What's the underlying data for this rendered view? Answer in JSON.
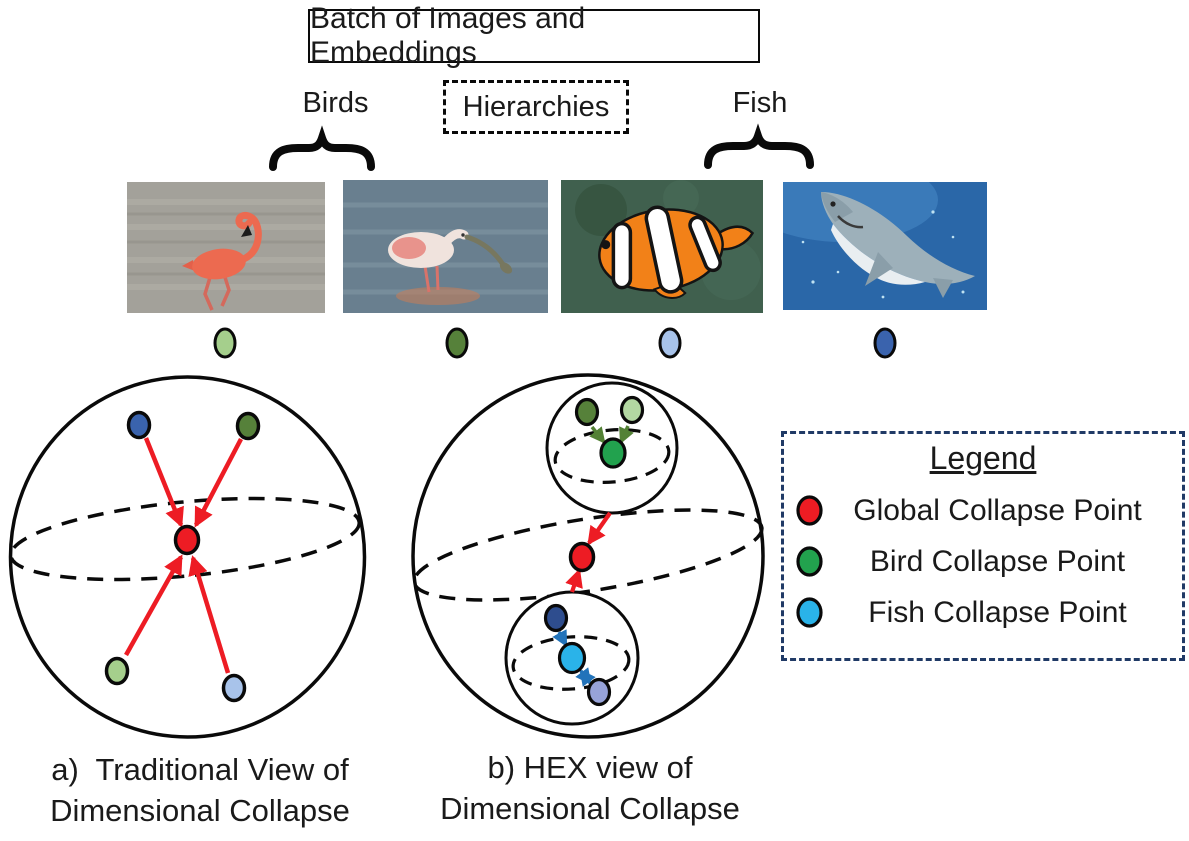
{
  "title_box": {
    "label": "Batch of Images and Embeddings"
  },
  "group_labels": {
    "birds": "Birds",
    "hierarchies": "Hierarchies",
    "fish": "Fish"
  },
  "photos": [
    {
      "name": "flamingo",
      "category": "bird"
    },
    {
      "name": "roseate spoonbill",
      "category": "bird"
    },
    {
      "name": "clownfish",
      "category": "fish"
    },
    {
      "name": "great white shark",
      "category": "fish"
    }
  ],
  "embeddings": [
    {
      "name": "flamingo embedding dot",
      "color": "#a5cf8c"
    },
    {
      "name": "spoonbill embedding dot",
      "color": "#56813a"
    },
    {
      "name": "clownfish embedding dot",
      "color": "#a8c3ea"
    },
    {
      "name": "shark embedding dot",
      "color": "#3a63ad"
    }
  ],
  "legend": {
    "title": "Legend",
    "items": [
      {
        "label": "Global Collapse Point",
        "color": "#ee1c23"
      },
      {
        "label": "Bird Collapse Point",
        "color": "#22a24e"
      },
      {
        "label": "Fish Collapse Point",
        "color": "#2ab3e9"
      }
    ],
    "border_color": "#203a66"
  },
  "captions": {
    "a": [
      "a)  Traditional View of",
      "Dimensional Collapse"
    ],
    "b": [
      "b) HEX view of",
      "Dimensional Collapse"
    ]
  },
  "colors": {
    "outline": "#0a0a0a",
    "red": "#ed1c24",
    "bird_collapse_green": "#22a24e",
    "fish_collapse_cyan": "#2ab3e9",
    "light_green": "#a5cf8c",
    "dark_green": "#56813a",
    "pale_green": "#b3d8a2",
    "green_arrow": "#538135",
    "light_blue": "#a8c3ea",
    "mid_blue": "#3a63ad",
    "navy_blue": "#2e4d8e",
    "lavender_blue": "#97a3d9",
    "blue_arrow": "#2273ba"
  }
}
